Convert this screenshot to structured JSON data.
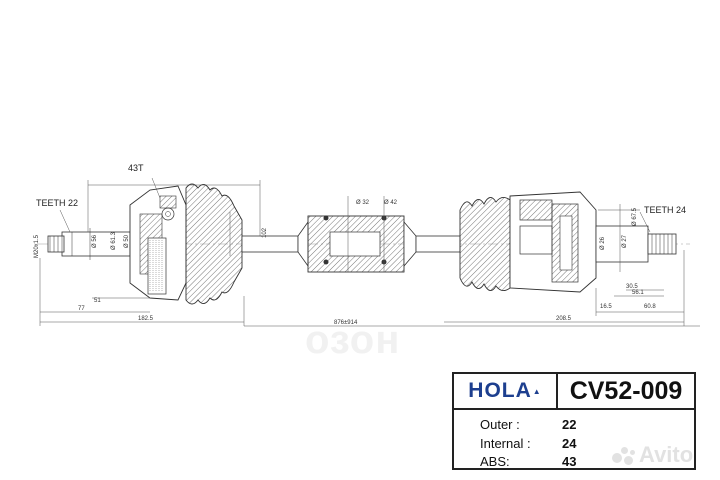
{
  "labels": {
    "teeth_left": "TEETH 22",
    "teeth_right": "TEETH 24",
    "abs_teeth": "43T",
    "thread": "M20x1.5",
    "d_56": "Ø 56",
    "d_61_3": "Ø 61.3",
    "d_50": "Ø 50",
    "d_102": "102",
    "d_32": "Ø 32",
    "d_42": "Ø 42",
    "d_67_5": "Ø 67.5",
    "d_26": "Ø 26",
    "d_27": "Ø 27",
    "len_51": "51",
    "len_77": "77",
    "len_182_5": "182.5",
    "len_total": "876±914",
    "len_208_5": "208.5",
    "len_30_5": "30.5",
    "len_56_1": "56.1",
    "len_16_5": "16.5",
    "len_60_8": "60.8"
  },
  "watermark": "озон",
  "spec": {
    "brand": "HOLA",
    "part_number": "CV52-009",
    "rows": [
      {
        "key": "Outer :",
        "value": "22"
      },
      {
        "key": "Internal :",
        "value": "24"
      },
      {
        "key": "ABS:",
        "value": "43"
      }
    ]
  },
  "avito": "Avito"
}
